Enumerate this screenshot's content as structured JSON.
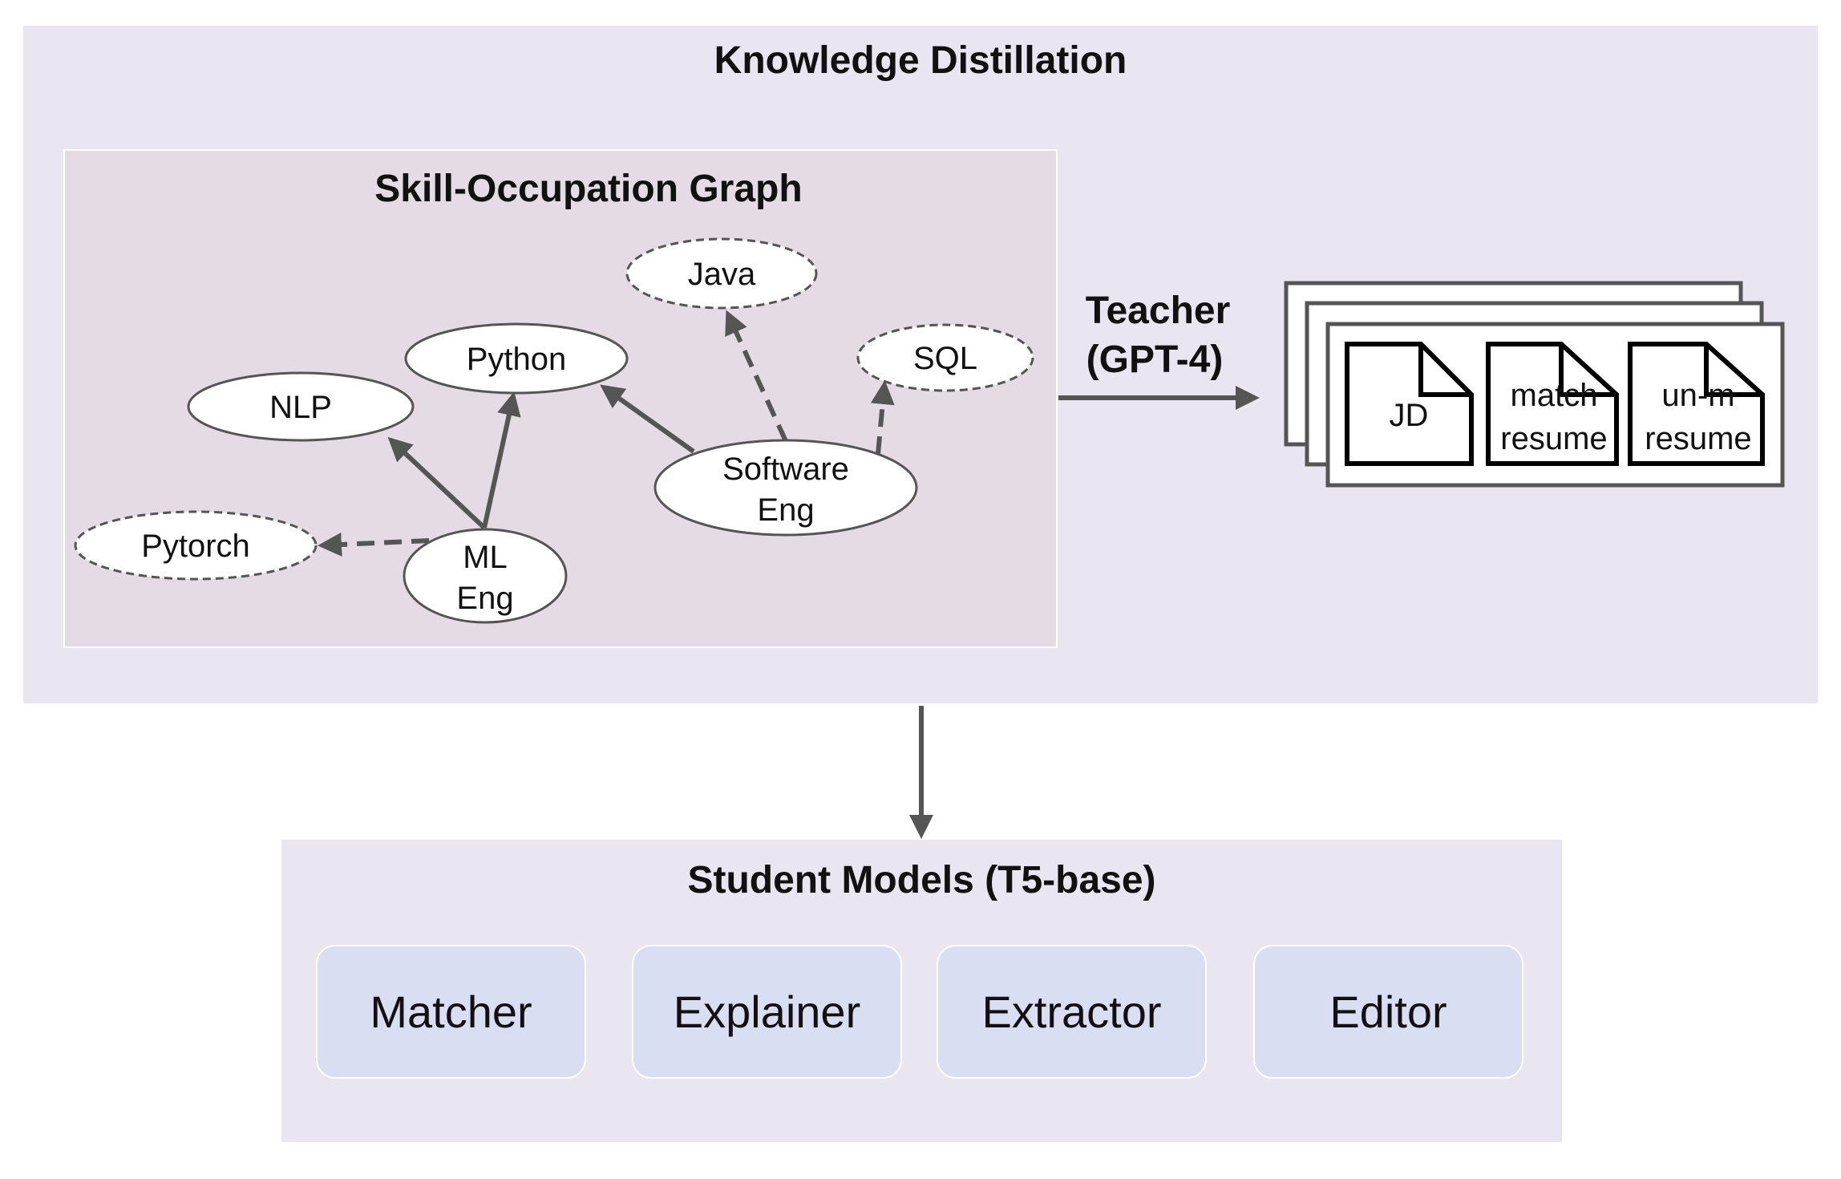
{
  "knowledge_distillation": {
    "title": "Knowledge Distillation"
  },
  "graph": {
    "title": "Skill-Occupation Graph",
    "nodes": {
      "java": "Java",
      "python": "Python",
      "sql": "SQL",
      "nlp": "NLP",
      "software_eng_line1": "Software",
      "software_eng_line2": "Eng",
      "pytorch": "Pytorch",
      "ml_eng_line1": "ML",
      "ml_eng_line2": "Eng"
    }
  },
  "teacher": {
    "line1": "Teacher",
    "line2": "(GPT-4)"
  },
  "documents": {
    "jd": "JD",
    "match_line1": "match",
    "match_line2": "resume",
    "unmatch_line1": "un-m",
    "unmatch_line2": "resume"
  },
  "student": {
    "title": "Student Models (T5-base)",
    "models": [
      "Matcher",
      "Explainer",
      "Extractor",
      "Editor"
    ]
  }
}
